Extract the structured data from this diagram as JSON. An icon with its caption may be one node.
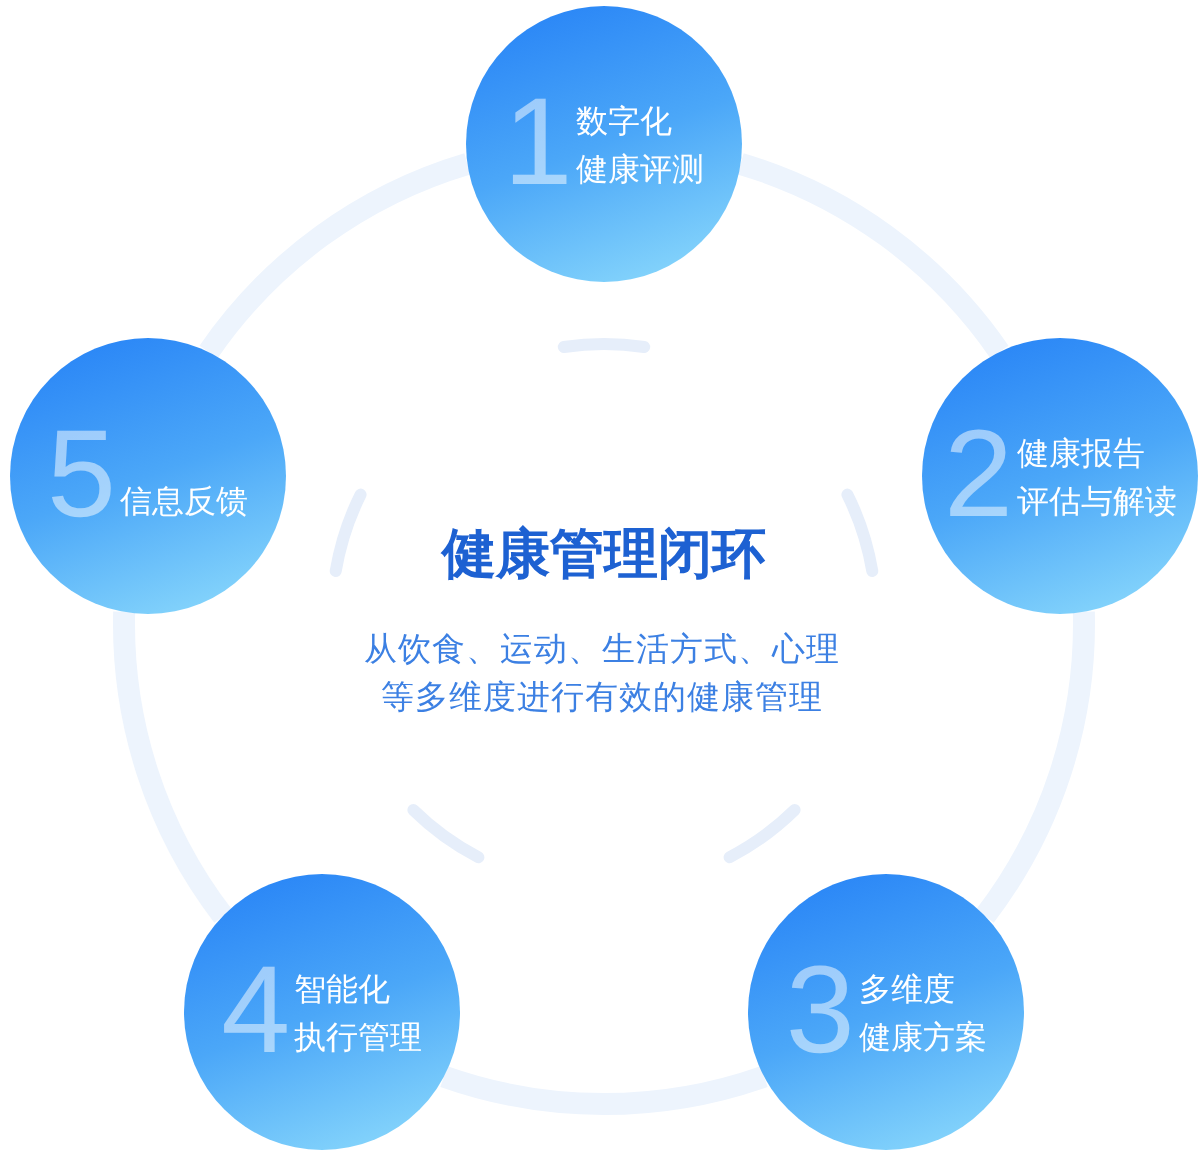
{
  "diagram": {
    "title": "健康管理闭环",
    "nodes": [
      {
        "text": [
          "1",
          "数字化健康评测"
        ]
      },
      {
        "text": [
          "2",
          "健康报告评估与解读"
        ]
      },
      {
        "text": [
          "3",
          "多维度健康方案"
        ]
      },
      {
        "text": [
          "4",
          "智能化执行管理"
        ]
      },
      {
        "text": [
          "5",
          "信息反馈"
        ]
      }
    ],
    "edges": [
      {
        "from": 0,
        "to": 1,
        "arrow": "none"
      },
      {
        "from": 1,
        "to": 2,
        "arrow": "none"
      },
      {
        "from": 2,
        "to": 3,
        "arrow": "none"
      },
      {
        "from": 3,
        "to": 4,
        "arrow": "none"
      },
      {
        "from": 4,
        "to": 0,
        "arrow": "none"
      }
    ],
    "labels": [
      "从饮食、运动、生活方式、心理等多维度进行有效的健康管理"
    ]
  }
}
